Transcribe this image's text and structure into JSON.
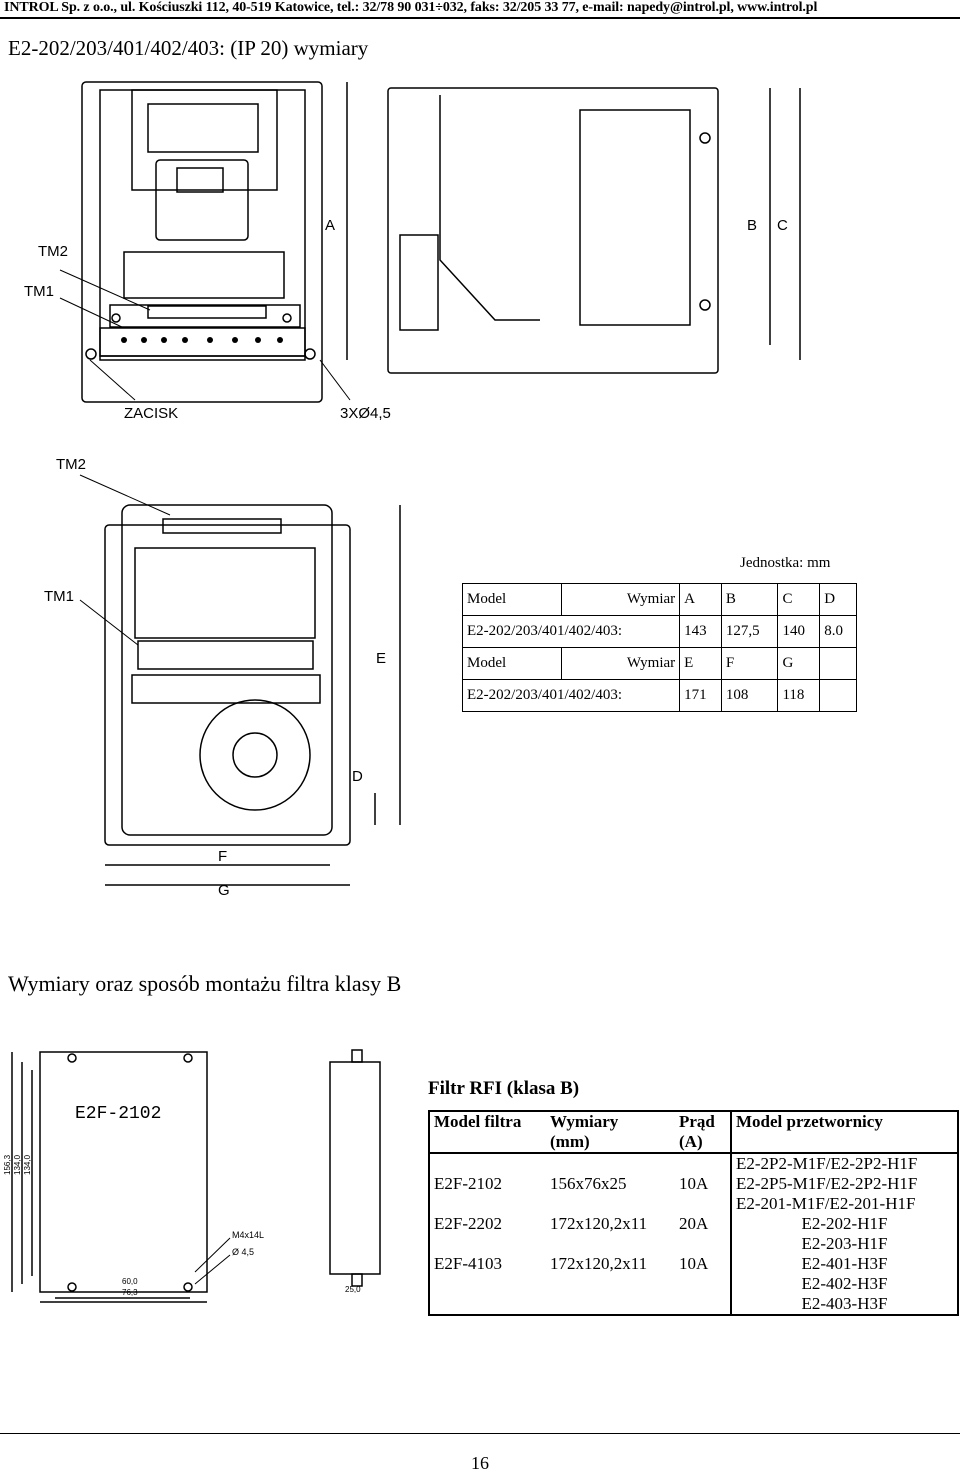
{
  "header": {
    "text": "INTROL Sp. z o.o., ul. Kościuszki 112, 40-519 Katowice, tel.: 32/78 90 031÷032, faks: 32/205 33 77, e-mail: napedy@introl.pl, www.introl.pl"
  },
  "title": "E2-202/203/401/402/403: (IP 20) wymiary",
  "drawing1": {
    "label_a": "A",
    "label_b": "B",
    "label_c": "C",
    "tm2": "TM2",
    "tm1": "TM1",
    "zacisk": "ZACISK",
    "holes": "3XØ4,5"
  },
  "drawing2": {
    "tm2": "TM2",
    "tm1": "TM1",
    "label_e": "E",
    "label_d": "D",
    "label_f": "F",
    "label_g": "G"
  },
  "dims": {
    "unit": "Jednostka: mm",
    "rows": [
      [
        "Model",
        "Wymiar",
        "A",
        "B",
        "C",
        "D"
      ],
      [
        "E2-202/203/401/402/403:",
        "",
        "143",
        "127,5",
        "140",
        "8.0"
      ],
      [
        "Model",
        "Wymiar",
        "E",
        "F",
        "G",
        ""
      ],
      [
        "E2-202/203/401/402/403:",
        "",
        "171",
        "108",
        "118",
        ""
      ]
    ]
  },
  "section2": "Wymiary oraz sposób montażu filtra klasy B",
  "filter_drawing": {
    "label": "E2F-2102",
    "d1": "156,3",
    "d2": "134,0",
    "d3": "134,0",
    "w1": "60,0",
    "w2": "76,3",
    "screw": "M4x14L",
    "hole": "Ø 4,5",
    "thick": "25,0"
  },
  "filter": {
    "title": "Filtr RFI (klasa B)",
    "headers": {
      "model": "Model filtra",
      "dims1": "Wymiary",
      "dims2": "(mm)",
      "cur1": "Prąd",
      "cur2": "(A)",
      "conv": "Model przetwornicy"
    },
    "rows": [
      {
        "model": "E2F-2102",
        "dims": "156x76x25",
        "current": "10A",
        "conv": [
          "E2-2P2-M1F/E2-2P2-H1F",
          "E2-2P5-M1F/E2-2P2-H1F",
          "E2-201-M1F/E2-201-H1F"
        ]
      },
      {
        "model": "E2F-2202",
        "dims": "172x120,2x11",
        "current": "20A",
        "conv": [
          "E2-202-H1F",
          "E2-203-H1F"
        ]
      },
      {
        "model": "E2F-4103",
        "dims": "172x120,2x11",
        "current": "10A",
        "conv": [
          "E2-401-H3F",
          "E2-402-H3F",
          "E2-403-H3F"
        ]
      }
    ]
  },
  "page_number": "16"
}
